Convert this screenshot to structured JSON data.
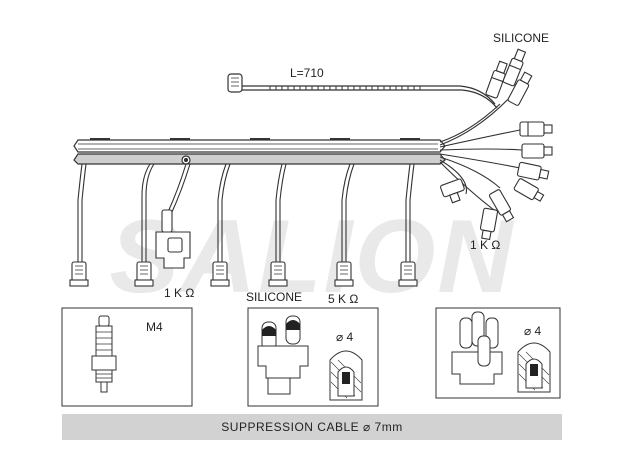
{
  "labels": {
    "length": "L=710",
    "material_top": "SILICONE",
    "resistance_coil_side": "1 K Ω",
    "resistance_center": "1 K Ω",
    "material_center": "SILICONE",
    "resistance_plug": "5 K Ω"
  },
  "details": {
    "plug_thread": "M4",
    "diameter_coil": "⌀ 4",
    "diameter_cap": "⌀ 4"
  },
  "watermark": "SALION",
  "footer": {
    "text": "SUPPRESSION CABLE   ⌀   7mm"
  }
}
